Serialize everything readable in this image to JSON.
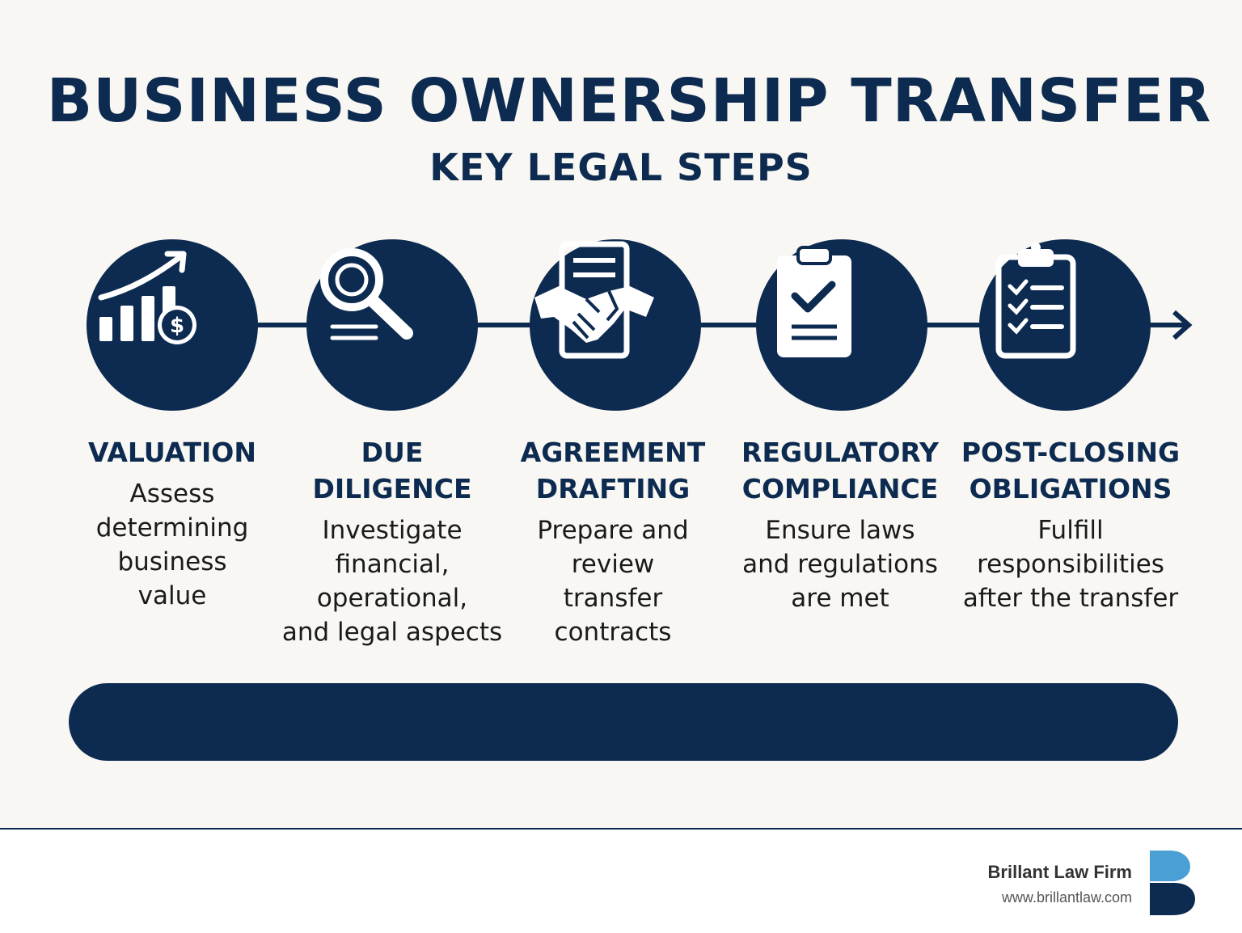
{
  "header": {
    "title": "BUSINESS OWNERSHIP TRANSFER",
    "subtitle": "KEY LEGAL STEPS"
  },
  "steps": [
    {
      "icon": "chart-dollar-icon",
      "title": "VALUATION",
      "description": "Assess\ndetermining\nbusiness\nvalue"
    },
    {
      "icon": "magnifier-icon",
      "title": "DUE\nDILIGENCE",
      "description": "Investigate\nfinancial,\noperational,\nand legal aspects"
    },
    {
      "icon": "handshake-document-icon",
      "title": "AGREEMENT\nDRAFTING",
      "description": "Prepare and\nreview\ntransfer\ncontracts"
    },
    {
      "icon": "clipboard-check-icon",
      "title": "REGULATORY\nCOMPLIANCE",
      "description": "Ensure laws\nand regulations\nare met"
    },
    {
      "icon": "checklist-icon",
      "title": "POST-CLOSING\nOBLIGATIONS",
      "description": "Fulfill\nresponsibilities\nafter the transfer"
    }
  ],
  "footer": {
    "brand": "Brillant Law Firm",
    "url": "www.brillantlaw.com"
  },
  "colors": {
    "navy": "#0d2b50",
    "background": "#f8f7f3",
    "logo_light_blue": "#4a9fd4"
  }
}
